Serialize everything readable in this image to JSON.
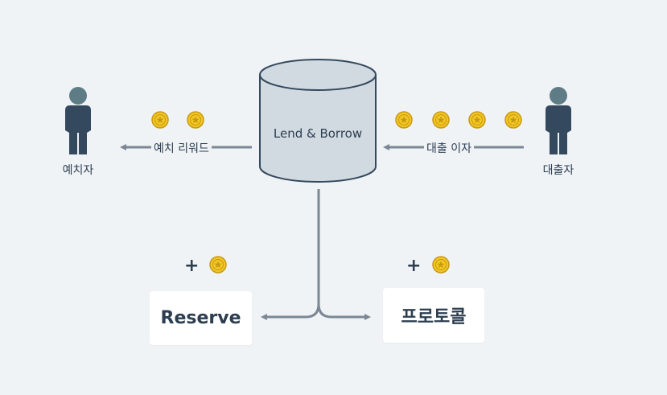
{
  "center_node": {
    "label": "Lend & Borrow"
  },
  "depositor": {
    "label": "예치자"
  },
  "borrower": {
    "label": "대출자"
  },
  "edges": {
    "deposit_reward": "예치 리워드",
    "loan_interest": "대출 이자"
  },
  "reserve": {
    "label": "Reserve",
    "plus": "+"
  },
  "protocol": {
    "label": "프로토콜",
    "plus": "+"
  },
  "colors": {
    "background": "#f0f3f6",
    "person": "#34495e",
    "person_head": "#5d7c85",
    "cylinder_fill": "#d2dae1",
    "cylinder_stroke": "#34495e",
    "arrow": "#7b8794",
    "coin_gold": "#f3c623",
    "coin_edge": "#c79a14",
    "box": "#ffffff"
  }
}
